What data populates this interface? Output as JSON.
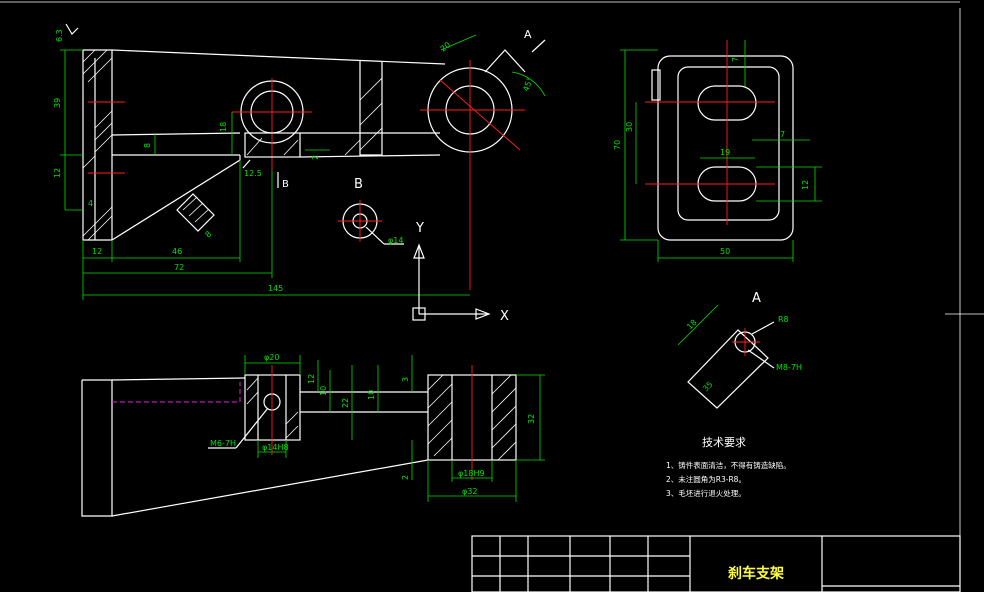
{
  "colors": {
    "background": "#000000",
    "outline": "#ffffff",
    "dimension": "#00e000",
    "centerline": "#ff2020",
    "hidden": "#e020e0",
    "title": "#ffff40"
  },
  "front_view": {
    "dims": {
      "d39": "39",
      "d12a": "12",
      "d18": "18",
      "d8": "8",
      "d4": "4",
      "d12b": "12",
      "d46": "46",
      "d72": "72",
      "d145": "145",
      "d20": "20",
      "angle45": "45°",
      "d2": "2",
      "d12_5": "12.5",
      "d8b": "8",
      "phi14": "φ14"
    },
    "roughness": "6.3",
    "section_marks": {
      "a": "A",
      "b": "B"
    }
  },
  "view_b": {
    "label": "B"
  },
  "axes": {
    "x": "X",
    "y": "Y"
  },
  "right_view": {
    "dims": {
      "d70": "70",
      "d30": "30",
      "d7a": "7",
      "d7b": "7",
      "d12": "12",
      "d19": "19",
      "d50": "50"
    }
  },
  "view_a": {
    "label": "A",
    "dims": {
      "d18": "18",
      "r8": "R8",
      "m8": "M8-7H",
      "d35": "35"
    }
  },
  "bottom_view": {
    "dims": {
      "phi20": "φ20",
      "phi14h8": "φ14H8",
      "m6": "M6-7H",
      "d12": "12",
      "d10a": "10",
      "d22": "22",
      "d10b": "10",
      "d3": "3",
      "d32": "32",
      "phi18h9": "φ18H9",
      "phi32": "φ32",
      "d2": "2"
    }
  },
  "tech": {
    "title": "技术要求",
    "lines": [
      "1、铸件表面清洁，不得有铸造缺陷。",
      "2、未注圆角为R3-R8。",
      "3、毛坯进行退火处理。"
    ]
  },
  "title_block": {
    "part_name": "刹车支架"
  }
}
